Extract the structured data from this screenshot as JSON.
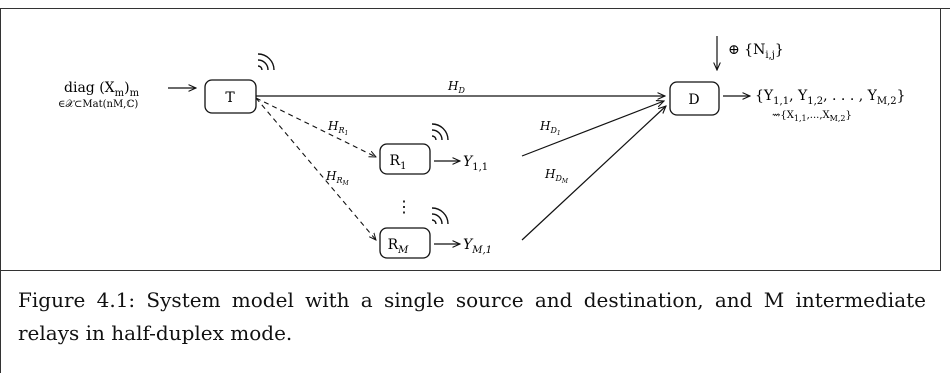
{
  "diagram": {
    "input_top": "diag (X",
    "input_sub_m": "m",
    "input_close": ")",
    "input_sub_m2": "m",
    "input_constraint": "∈𝒳⊂Mat(nM,ℂ)",
    "node_T": "T",
    "node_D": "D",
    "node_R1": "R",
    "node_R1_sub": "1",
    "node_RM": "R",
    "node_RM_sub": "M",
    "link_HD": "H",
    "link_HD_sub": "D",
    "link_HR1": "H",
    "link_HR1_sub": "R",
    "link_HR1_subsub": "1",
    "link_HRM": "H",
    "link_HRM_sub": "R",
    "link_HRM_subsub": "M",
    "link_HD1": "H",
    "link_HD1_sub": "D",
    "link_HD1_subsub": "1",
    "link_HDM": "H",
    "link_HDM_sub": "D",
    "link_HDM_subsub": "M",
    "y11": "Y",
    "y11_sub": "1,1",
    "yM1": "Y",
    "yM1_sub": "M,1",
    "noise": "⊕ {N",
    "noise_sub": "i,j",
    "noise_close": "}",
    "output_main": "{Y1,1, Y1,2, . . . , YM,2}",
    "output_sub": "⇝{X1,1,...,XM,2}",
    "vdots": "⋮"
  },
  "caption": {
    "text": "Figure 4.1: System model with a single source and destination, and M intermediate relays in half-duplex mode."
  }
}
